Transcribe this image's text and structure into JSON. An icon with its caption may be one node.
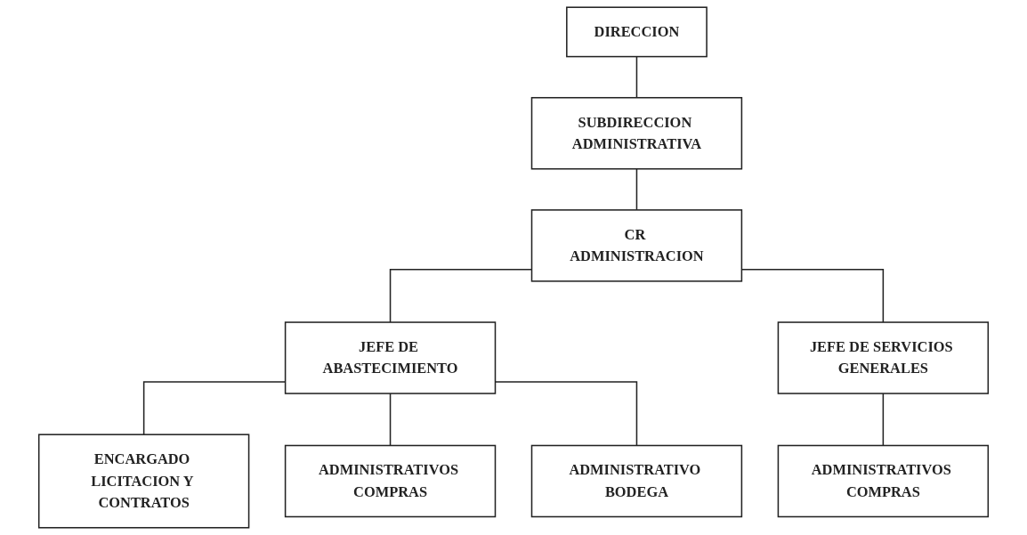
{
  "diagram": {
    "nodes": [
      {
        "text": [
          "DIRECCION"
        ]
      },
      {
        "text": [
          "SUBDIRECCION ADMINISTRATIVA"
        ]
      },
      {
        "text": [
          "CR ADMINISTRACION"
        ]
      },
      {
        "text": [
          "JEFE DE ABASTECIMIENTO"
        ]
      },
      {
        "text": [
          "JEFE DE SERVICIOS GENERALES"
        ]
      },
      {
        "text": [
          "ENCARGADO LICITACION Y CONTRATOS"
        ]
      },
      {
        "text": [
          "ADMINISTRATIVOS COMPRAS"
        ]
      },
      {
        "text": [
          "ADMINISTRATIVO BODEGA"
        ]
      },
      {
        "text": [
          "ADMINISTRATIVOS COMPRAS"
        ]
      }
    ],
    "edges": [
      {
        "from": 0,
        "to": 1,
        "arrow": "none"
      },
      {
        "from": 1,
        "to": 2,
        "arrow": "none"
      },
      {
        "from": 2,
        "to": 3,
        "arrow": "none"
      },
      {
        "from": 2,
        "to": 4,
        "arrow": "none"
      },
      {
        "from": 3,
        "to": 5,
        "arrow": "none"
      },
      {
        "from": 3,
        "to": 6,
        "arrow": "none"
      },
      {
        "from": 3,
        "to": 7,
        "arrow": "none"
      },
      {
        "from": 4,
        "to": 8,
        "arrow": "none"
      }
    ]
  }
}
